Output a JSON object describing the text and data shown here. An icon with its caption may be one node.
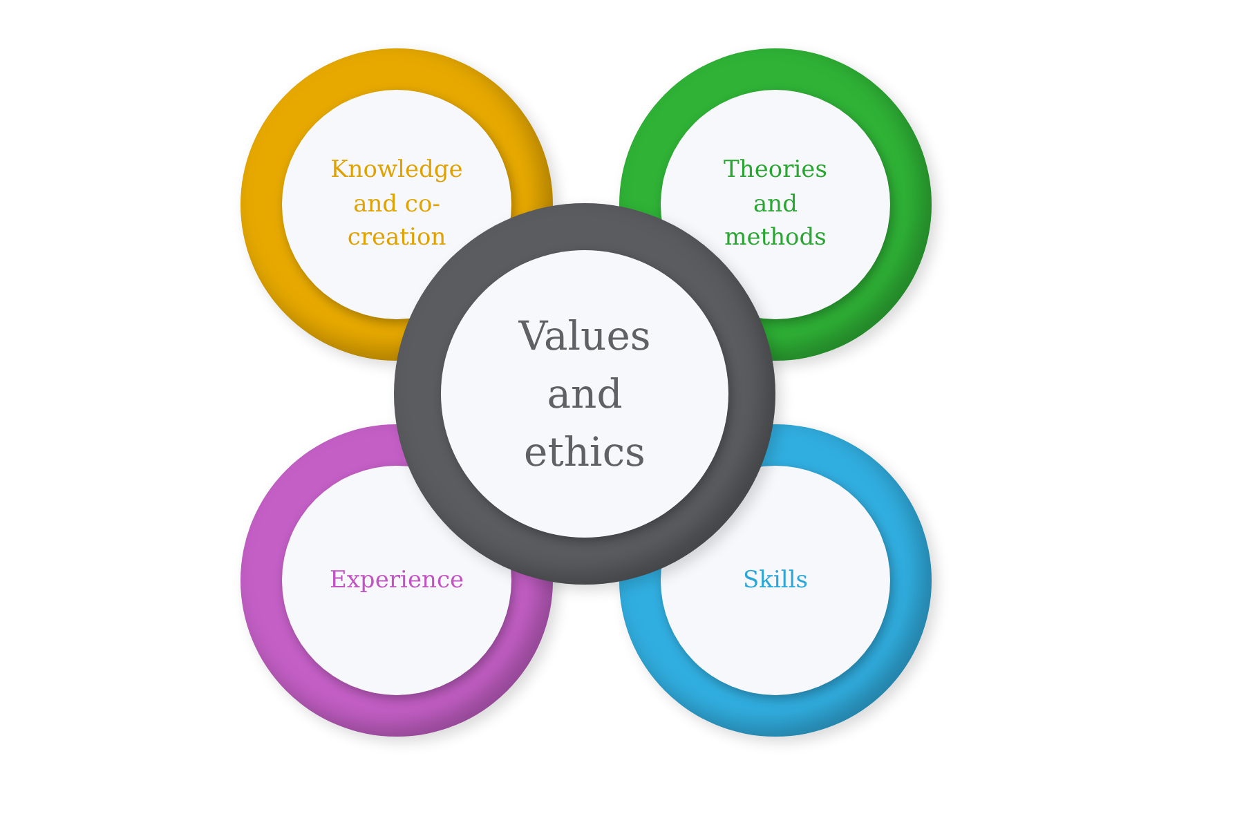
{
  "diagram": {
    "nodes": [
      {
        "text": [
          "Knowledge and co-creation"
        ]
      },
      {
        "text": [
          "Theories and methods"
        ]
      },
      {
        "text": [
          "Experience"
        ]
      },
      {
        "text": [
          "Skills"
        ]
      },
      {
        "text": [
          "Values and ethics"
        ]
      }
    ]
  }
}
